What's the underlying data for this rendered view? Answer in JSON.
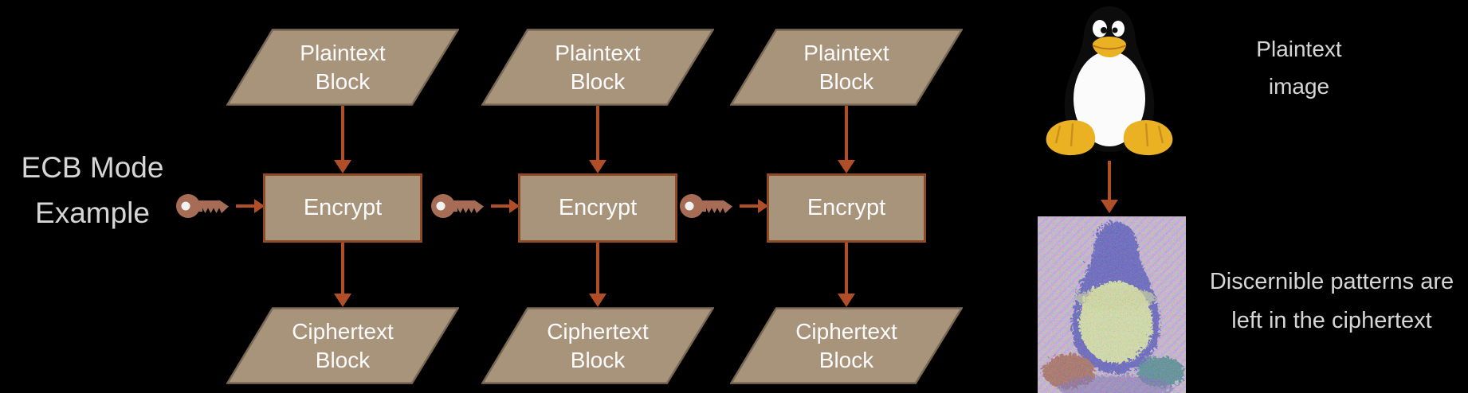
{
  "title": "ECB Mode\nExample",
  "columns": [
    {
      "plaintext_label": "Plaintext Block",
      "encrypt_label": "Encrypt",
      "ciphertext_label": "Ciphertext Block"
    },
    {
      "plaintext_label": "Plaintext Block",
      "encrypt_label": "Encrypt",
      "ciphertext_label": "Ciphertext Block"
    },
    {
      "plaintext_label": "Plaintext Block",
      "encrypt_label": "Encrypt",
      "ciphertext_label": "Ciphertext Block"
    }
  ],
  "right_panel": {
    "plaintext_caption": "Plaintext\nimage",
    "ciphertext_caption": "Discernible patterns are\nleft in the ciphertext"
  },
  "icons": {
    "key": "key-icon",
    "plaintext_image": "tux-penguin-image",
    "ciphertext_image": "ecb-encrypted-tux-image"
  },
  "colors": {
    "background": "#000000",
    "shape_fill": "#a8937b",
    "parallelogram_border": "#7a6a55",
    "encrypt_box_border": "#8e4a26",
    "arrow": "#b04e28",
    "key": "#a66c55",
    "caption_text": "#d6d6d6",
    "shape_text": "#fcfcfc"
  }
}
